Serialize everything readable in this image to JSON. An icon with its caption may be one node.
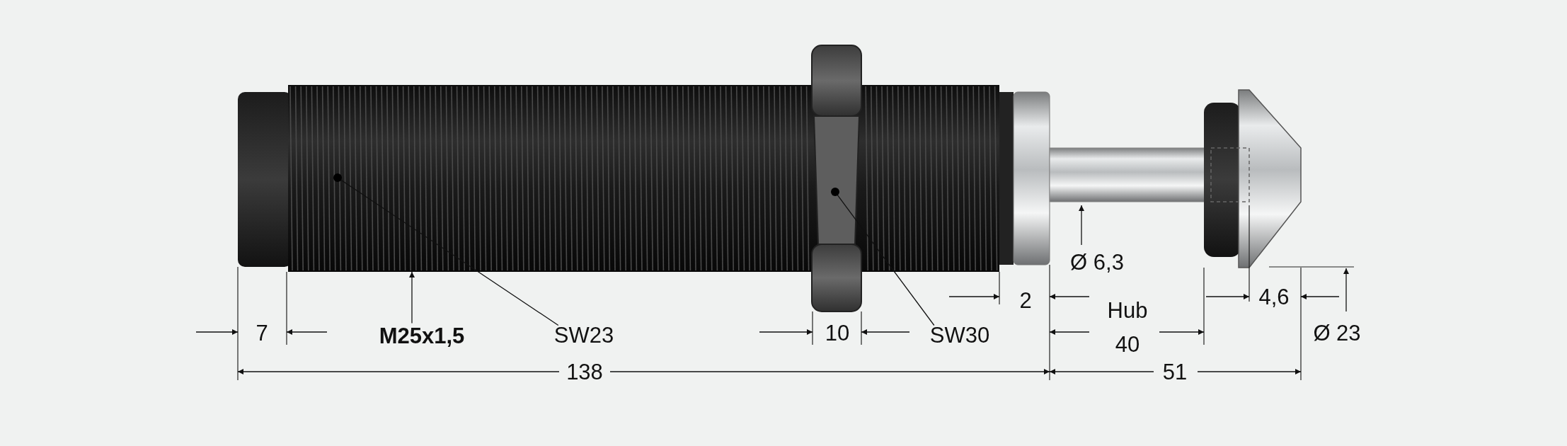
{
  "diagram": {
    "nodes": [
      {
        "text": [],
        "shape": "circle"
      },
      {
        "text": [],
        "shape": "circle"
      },
      {
        "text": [
          "M25x1,5"
        ]
      },
      {
        "text": [
          "SW23"
        ]
      },
      {
        "text": [
          "SW30"
        ]
      }
    ],
    "edges": [
      {
        "from": 3,
        "to": 0,
        "arrow": "none"
      },
      {
        "from": 4,
        "to": 1,
        "arrow": "none"
      },
      {
        "from": 2,
        "to": null,
        "arrow": "to"
      }
    ],
    "labels": [
      "Ø 6,3",
      "2",
      "Hub",
      "4,6",
      "7",
      "10",
      "40",
      "Ø 23",
      "138",
      "51"
    ]
  }
}
